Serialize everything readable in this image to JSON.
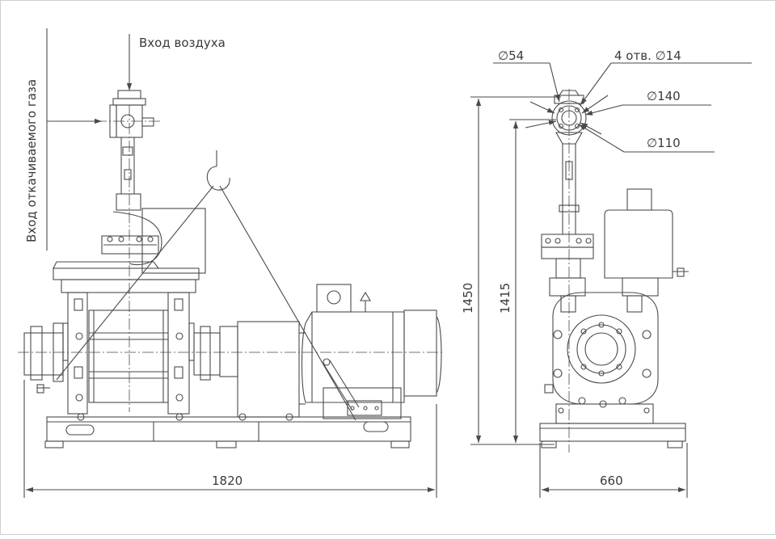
{
  "colors": {
    "line": "#4a4a4a",
    "frame": "#cfcfcf",
    "background": "#ffffff"
  },
  "labels": {
    "air_inlet": "Вход воздуха",
    "gas_inlet": "Вход откачиваемого газа"
  },
  "dimensions": {
    "length": "1820",
    "width": "660",
    "height_total": "1450",
    "height_flange": "1415",
    "d54": "∅54",
    "holes": "4 отв. ∅14",
    "d140": "∅140",
    "d110": "∅110"
  }
}
